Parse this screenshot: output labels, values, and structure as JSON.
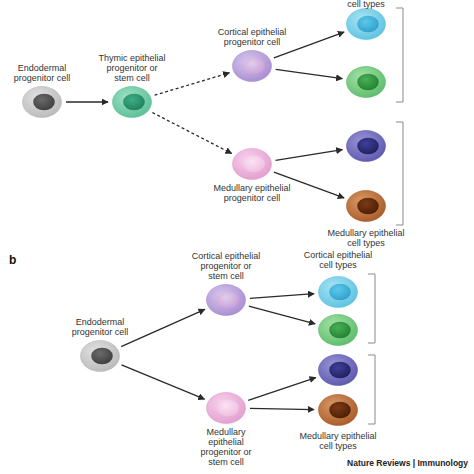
{
  "diagram": {
    "nodes": [
      {
        "text": [
          "Endodermal progenitor cell"
        ]
      },
      {
        "text": [
          "Thymic epithelial progenitor or stem cell"
        ]
      },
      {
        "text": [
          "Cortical epithelial progenitor cell"
        ]
      },
      {
        "text": []
      },
      {
        "text": []
      },
      {
        "text": [
          "Medullary epithelial progenitor cell"
        ]
      },
      {
        "text": []
      },
      {
        "text": []
      },
      {
        "text": [
          "Endodermal progenitor cell"
        ]
      },
      {
        "text": [
          "Cortical epithelial progenitor or stem cell"
        ]
      },
      {
        "text": []
      },
      {
        "text": []
      },
      {
        "text": [
          "Medullary epithelial progenitor or stem cell"
        ]
      },
      {
        "text": []
      },
      {
        "text": []
      }
    ],
    "edges": [
      {
        "from": 0,
        "to": 1,
        "arrow": "to"
      },
      {
        "from": 1,
        "to": 2,
        "arrow": "to"
      },
      {
        "from": 1,
        "to": 5,
        "arrow": "to"
      },
      {
        "from": 2,
        "to": 3,
        "arrow": "to"
      },
      {
        "from": 2,
        "to": 4,
        "arrow": "to"
      },
      {
        "from": 5,
        "to": 6,
        "arrow": "to"
      },
      {
        "from": 5,
        "to": 7,
        "arrow": "to"
      },
      {
        "from": 8,
        "to": 9,
        "arrow": "to"
      },
      {
        "from": 8,
        "to": 12,
        "arrow": "to"
      },
      {
        "from": 9,
        "to": 10,
        "arrow": "to"
      },
      {
        "from": 9,
        "to": 11,
        "arrow": "to"
      },
      {
        "from": 12,
        "to": 13,
        "arrow": "to"
      },
      {
        "from": 12,
        "to": 14,
        "arrow": "to"
      }
    ],
    "labels": [
      "cell types",
      "Medullary epithelial cell types",
      "b",
      "Cortical epithelial cell types",
      "Medullary epithelial cell types",
      "Nature Reviews | Immunology"
    ]
  }
}
